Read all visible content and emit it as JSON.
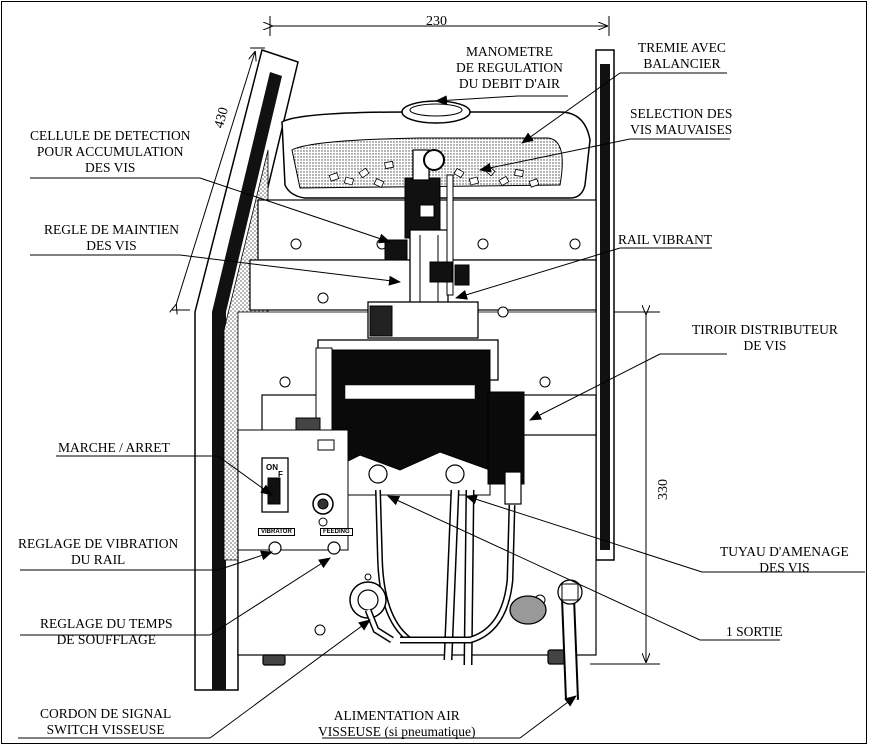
{
  "dimensions": {
    "width_top": "230",
    "depth": "430",
    "height_right": "330"
  },
  "labels": {
    "manometre": [
      "MANOMETRE",
      "DE REGULATION",
      "DU DEBIT D'AIR"
    ],
    "tremie": [
      "TREMIE AVEC",
      "BALANCIER"
    ],
    "selection": [
      "SELECTION DES",
      "VIS MAUVAISES"
    ],
    "cellule": [
      "CELLULE DE DETECTION",
      "POUR ACCUMULATION",
      "DES VIS"
    ],
    "regle": [
      "REGLE DE MAINTIEN",
      "DES VIS"
    ],
    "rail_vibrant": [
      "RAIL VIBRANT"
    ],
    "tiroir": [
      "TIROIR DISTRIBUTEUR",
      "DE VIS"
    ],
    "marche": [
      "MARCHE / ARRET"
    ],
    "reglage_vibration": [
      "REGLAGE DE VIBRATION",
      "DU RAIL"
    ],
    "tuyau": [
      "TUYAU D'AMENAGE",
      "DES VIS"
    ],
    "reglage_temps": [
      "REGLAGE DU TEMPS",
      "DE SOUFFLAGE"
    ],
    "sortie": [
      "1 SORTIE"
    ],
    "cordon": [
      "CORDON DE SIGNAL",
      "SWITCH VISSEUSE"
    ],
    "alimentation": [
      "ALIMENTATION AIR",
      "VISSEUSE (si pneumatique)"
    ]
  },
  "panel_text": {
    "switch_on": "ON",
    "switch_off": "F",
    "vibrator": "VIBRATOR",
    "feeding": "FEEDING"
  }
}
